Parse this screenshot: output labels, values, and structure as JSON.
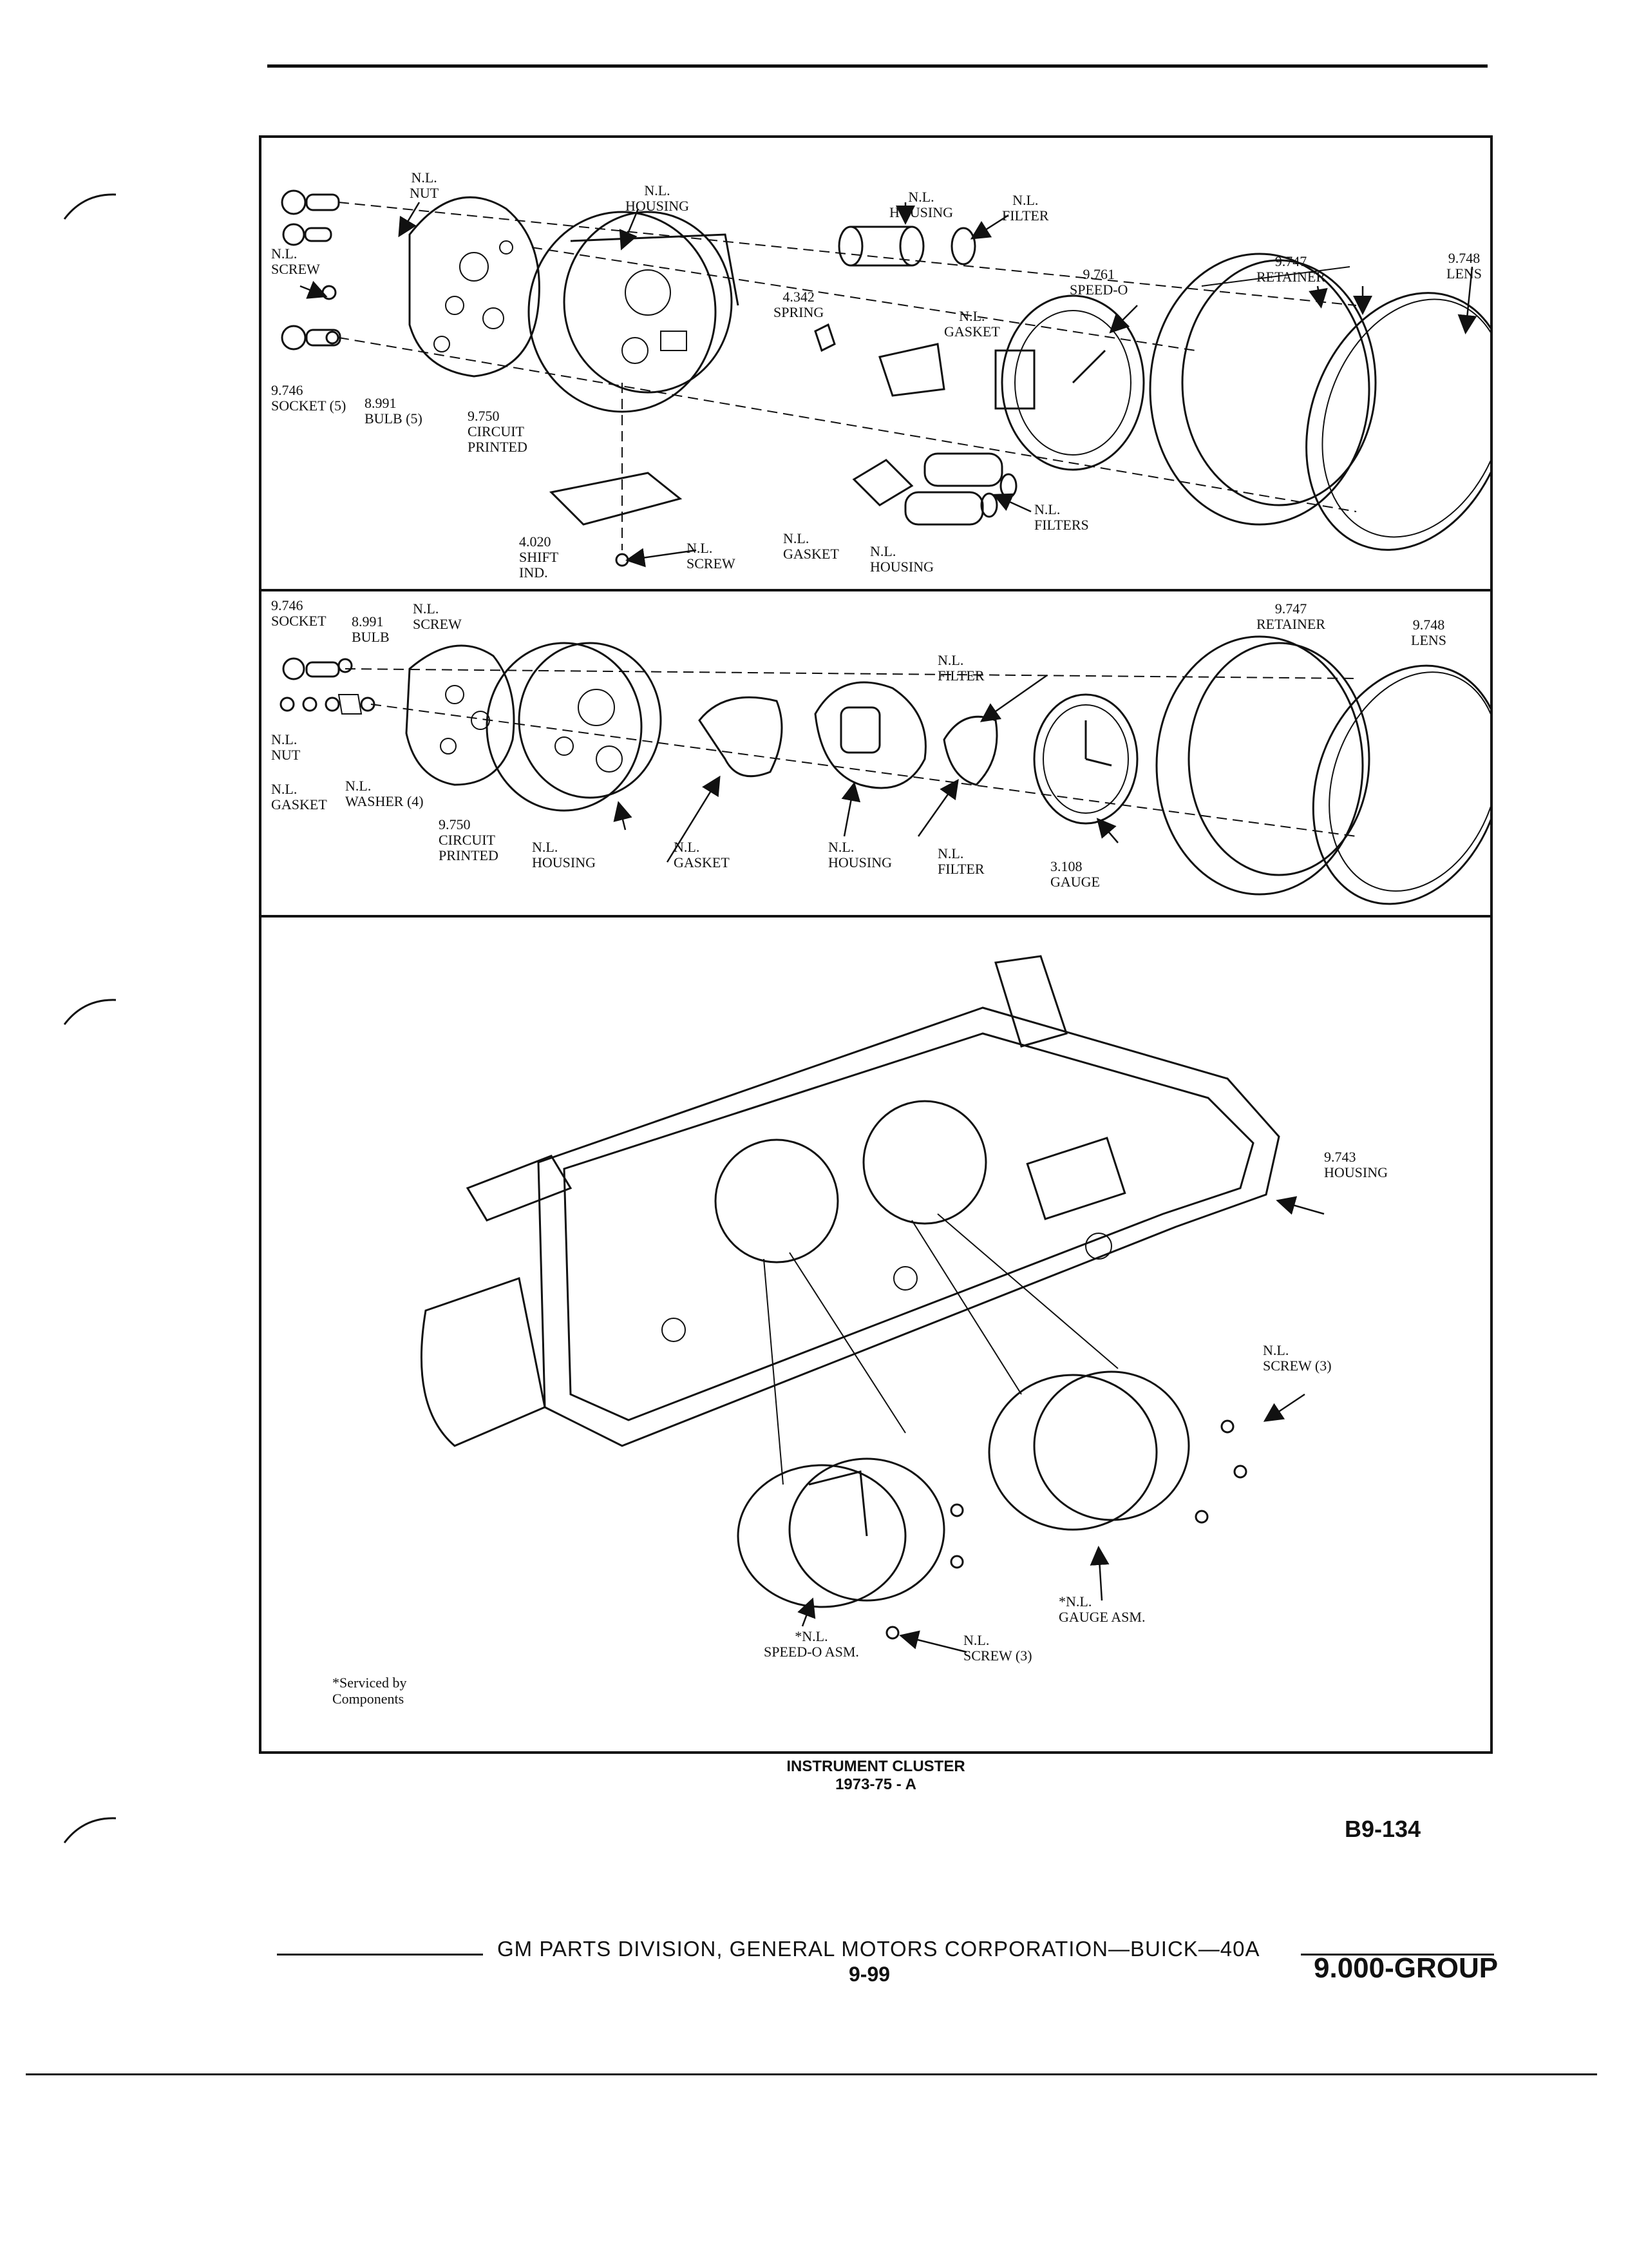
{
  "panels": {
    "top": {
      "labels": [
        "N.L.\nNUT",
        "N.L.\nHOUSING",
        "N.L.\nHOUSING",
        "N.L.\nFILTER",
        "N.L.\nSCREW",
        "4.342\nSPRING",
        "N.L.\nGASKET",
        "9.761\nSPEED-O",
        "9.747\nRETAINER",
        "9.748\nLENS",
        "9.746\nSOCKET (5)",
        "8.991\nBULB (5)",
        "9.750\nCIRCUIT\nPRINTED",
        "4.020\nSHIFT\nIND.",
        "N.L.\nSCREW",
        "N.L.\nGASKET",
        "N.L.\nHOUSING",
        "N.L.\nFILTERS"
      ]
    },
    "middle": {
      "labels": [
        "9.746\nSOCKET",
        "8.991\nBULB",
        "N.L.\nSCREW",
        "N.L.\nNUT",
        "N.L.\nGASKET",
        "N.L.\nWASHER (4)",
        "9.750\nCIRCUIT\nPRINTED",
        "N.L.\nHOUSING",
        "N.L.\nGASKET",
        "N.L.\nHOUSING",
        "N.L.\nFILTER",
        "N.L.\nFILTER",
        "3.108\nGAUGE",
        "9.747\nRETAINER",
        "9.748\nLENS"
      ]
    },
    "bottom": {
      "labels": [
        "9.743\nHOUSING",
        "N.L.\nSCREW (3)",
        "*N.L.\nGAUGE ASM.",
        "*N.L.\nSPEED-O ASM.",
        "N.L.\nSCREW (3)"
      ],
      "note": "*Serviced by\nComponents"
    }
  },
  "caption": "INSTRUMENT CLUSTER\n1973-75 - A",
  "figure_number": "B9-134",
  "footer": {
    "text": "GM PARTS DIVISION,  GENERAL MOTORS CORPORATION—BUICK—40A",
    "page": "9-99",
    "group": "9.000-GROUP"
  }
}
